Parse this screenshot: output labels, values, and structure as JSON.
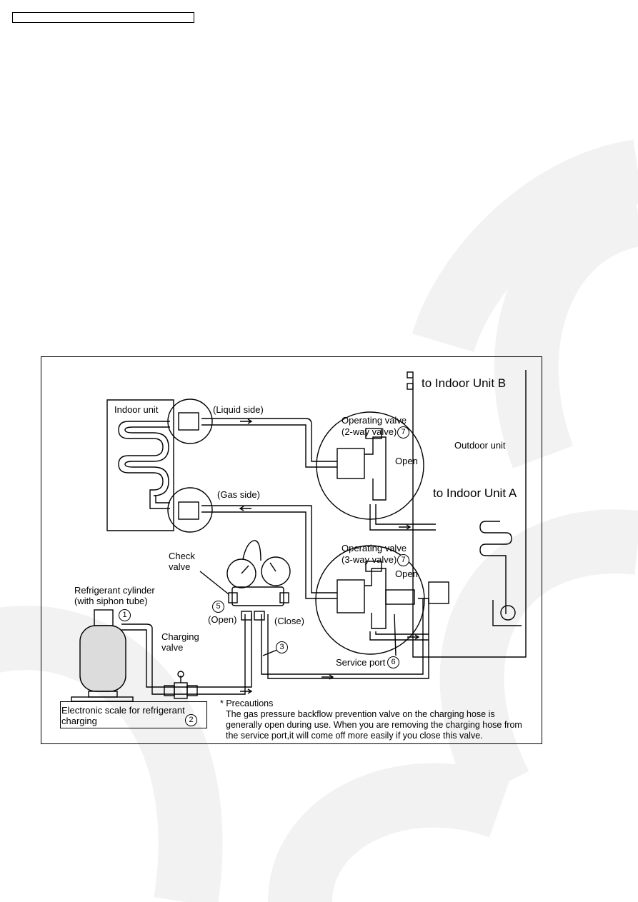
{
  "labels": {
    "indoor_unit": "Indoor unit",
    "liquid_side": "(Liquid side)",
    "gas_side": "(Gas side)",
    "to_indoor_b": "to Indoor Unit  B",
    "to_indoor_a": "to Indoor Unit  A",
    "outdoor_unit": "Outdoor unit",
    "op_valve_2way_line1": "Operating valve",
    "op_valve_2way_line2": "(2-way valve)",
    "op_valve_3way_line1": "Operating valve",
    "op_valve_3way_line2": "(3-way valve)",
    "open_top": "Open",
    "open_bottom": "Open",
    "check_valve_line1": "Check",
    "check_valve_line2": "valve",
    "cylinder_line1": "Refrigerant cylinder",
    "cylinder_line2": "(with siphon tube)",
    "charging_valve_line1": "Charging",
    "charging_valve_line2": "valve",
    "open_gauge": "(Open)",
    "close_gauge": "(Close)",
    "service_port": "Service port",
    "scale_line1": "Electronic scale for refrigerant",
    "scale_line2": "charging"
  },
  "numbers": {
    "n1": "1",
    "n2": "2",
    "n3": "3",
    "n5": "5",
    "n6": "6",
    "n7a": "7",
    "n7b": "7"
  },
  "precautions": {
    "heading": "* Precautions",
    "line1": "The gas pressure backflow prevention valve on the charging hose is",
    "line2": "generally open during use. When you are removing the charging hose from",
    "line3": "the service port,it will come off more easily if you close this valve."
  },
  "colors": {
    "line": "#000000",
    "watermark": "#f2f2f2",
    "cylinder": "#dcdcdc"
  }
}
